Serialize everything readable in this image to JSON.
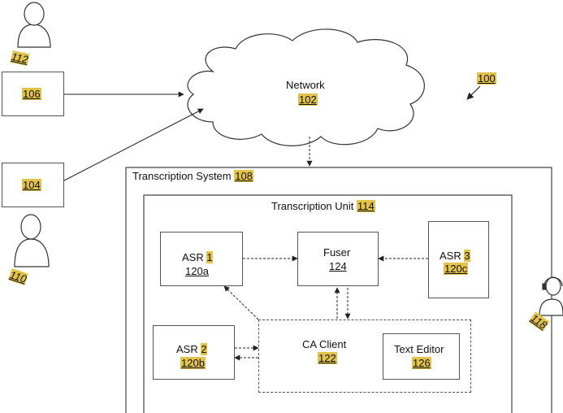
{
  "figure_ref": "100",
  "network": {
    "label": "Network",
    "ref": "102"
  },
  "device_a": {
    "ref": "106"
  },
  "device_b": {
    "ref": "104"
  },
  "user_top": {
    "ref": "112"
  },
  "user_bottom": {
    "ref": "110"
  },
  "agent": {
    "ref": "118"
  },
  "transcription_system": {
    "label": "Transcription System",
    "ref": "108"
  },
  "transcription_unit": {
    "label": "Transcription Unit",
    "ref": "114"
  },
  "asr1": {
    "label": "ASR",
    "num": "1",
    "ref": "120a"
  },
  "asr2": {
    "label": "ASR",
    "num": "2",
    "ref": "120b"
  },
  "asr3": {
    "label": "ASR",
    "num": "3",
    "ref": "120c"
  },
  "fuser": {
    "label": "Fuser",
    "ref": "124"
  },
  "ca_client": {
    "label": "CA Client",
    "ref": "122"
  },
  "text_editor": {
    "label": "Text Editor",
    "ref": "126"
  }
}
